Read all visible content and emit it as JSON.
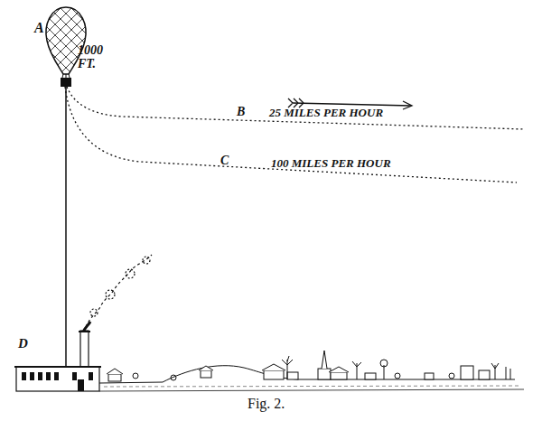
{
  "diagram": {
    "caption": "Fig. 2.",
    "labels": [
      "A",
      "1000 FT.",
      "B",
      "25 MILES PER HOUR",
      "C",
      "100 MILES PER HOUR",
      "D"
    ]
  }
}
